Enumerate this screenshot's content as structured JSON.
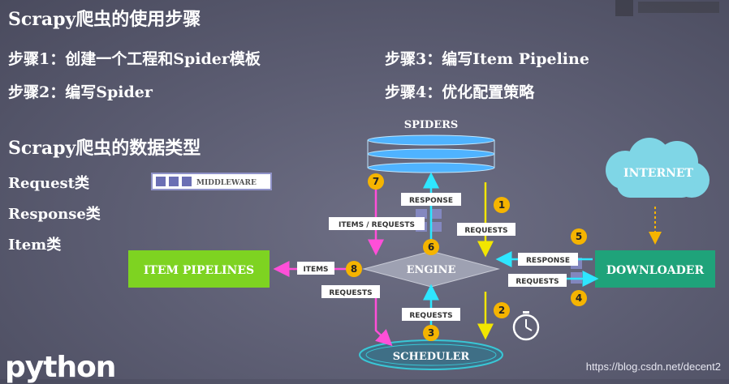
{
  "title": "Scrapy爬虫的使用步骤",
  "steps": {
    "s1": "步骤1：创建一个工程和Spider模板",
    "s2": "步骤2：编写Spider",
    "s3": "步骤3：编写Item Pipeline",
    "s4": "步骤4：优化配置策略"
  },
  "types": {
    "heading": "Scrapy爬虫的数据类型",
    "request": "Request类",
    "response": "Response类",
    "item": "Item类"
  },
  "diagram": {
    "middleware": "MIDDLEWARE",
    "spiders": "SPIDERS",
    "internet": "INTERNET",
    "engine": "ENGINE",
    "item_pipelines": "ITEM PIPELINES",
    "downloader": "DOWNLOADER",
    "scheduler": "SCHEDULER",
    "labels": {
      "response_top": "RESPONSE",
      "requests_top": "REQUESTS",
      "items_requests": "ITEMS / REQUESTS",
      "items": "ITEMS",
      "requests_left": "REQUESTS",
      "requests_bottom": "REQUESTS",
      "response_right": "RESPONSE",
      "requests_right": "REQUESTS"
    },
    "steps": [
      "1",
      "2",
      "3",
      "4",
      "5",
      "6",
      "7",
      "8"
    ],
    "colors": {
      "yellow": "#f2e600",
      "cyan": "#2ee6ff",
      "pink": "#ff4fd8",
      "green_pipeline": "#7ed321",
      "green_downloader": "#1fa37a",
      "step_circle": "#f5b400"
    }
  },
  "watermark": "https://blog.csdn.net/decent2",
  "logo": "python"
}
